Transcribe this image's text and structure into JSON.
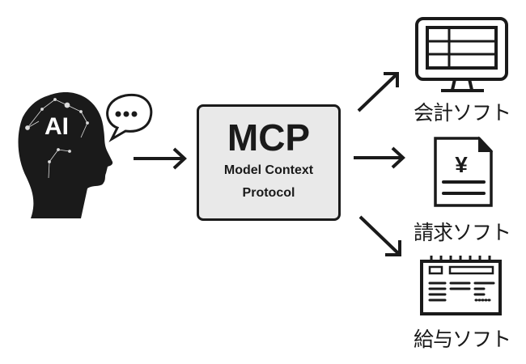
{
  "client": {
    "badge": "AI",
    "icon": "ai-head-icon",
    "bubble_icon": "speech-bubble-icon"
  },
  "server": {
    "title": "MCP",
    "subtitle_line1": "Model Context",
    "subtitle_line2": "Protocol"
  },
  "targets": [
    {
      "label": "会計ソフト",
      "icon": "monitor-spreadsheet-icon"
    },
    {
      "label": "請求ソフト",
      "icon": "invoice-yen-icon"
    },
    {
      "label": "給与ソフト",
      "icon": "calendar-payroll-icon"
    }
  ],
  "colors": {
    "ink": "#1a1a1a",
    "box_fill": "#e9e9e9"
  }
}
